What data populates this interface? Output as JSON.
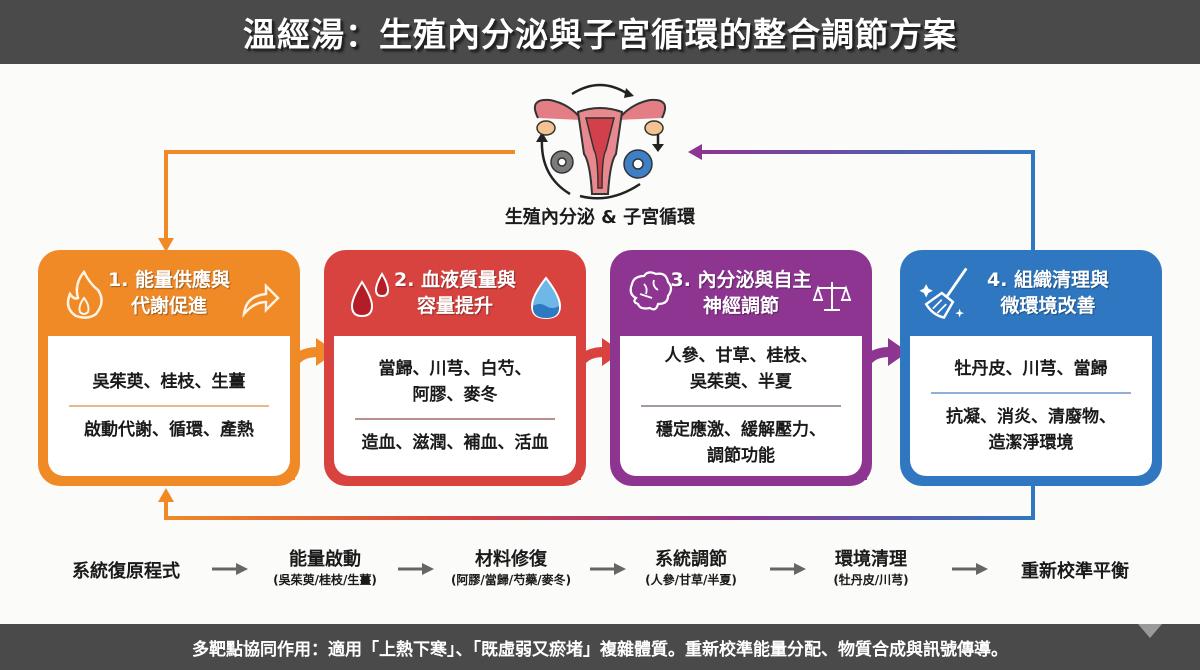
{
  "header": {
    "title": "溫經湯：生殖內分泌與子宮循環的整合調節方案"
  },
  "hub": {
    "label": "生殖內分泌 & 子宮循環",
    "icon": "uterus-with-gears-icon"
  },
  "colors": {
    "orange": "#ef8a27",
    "red": "#d8433f",
    "purple": "#8e3592",
    "blue": "#2f78c1",
    "dark_bar": "#4a4a4a"
  },
  "cards": [
    {
      "title": "1. 能量供應與\n代謝促進",
      "herbs": "吳茱萸、桂枝、生薑",
      "effects": "啟動代謝、循環、產熱",
      "icon_left": "flame-icon",
      "icon_right": "curved-arrow-icon"
    },
    {
      "title": "2. 血液質量與\n容量提升",
      "herbs": "當歸、川芎、白芍、\n阿膠、麥冬",
      "effects": "造血、滋潤、補血、活血",
      "icon_left": "blood-drops-icon",
      "icon_right": "water-drop-icon"
    },
    {
      "title": "3. 內分泌與自主\n神經調節",
      "herbs": "人參、甘草、桂枝、\n吳茱萸、半夏",
      "effects": "穩定應激、緩解壓力、\n調節功能",
      "icon_left": "brain-icon",
      "icon_right": "balance-scale-icon"
    },
    {
      "title": "4. 組織清理與\n微環境改善",
      "herbs": "牡丹皮、川芎、當歸",
      "effects": "抗凝、消炎、清廢物、\n造潔淨環境",
      "icon_left": "broom-sparkle-icon",
      "icon_right": ""
    }
  ],
  "flow": [
    {
      "main": "系統復原程式",
      "sub": ""
    },
    {
      "main": "能量啟動",
      "sub": "(吳茱萸/桂枝/生薑)"
    },
    {
      "main": "材料修復",
      "sub": "(阿膠/當歸/芍藥/麥冬)"
    },
    {
      "main": "系統調節",
      "sub": "(人參/甘草/半夏)"
    },
    {
      "main": "環境清理",
      "sub": "(牡丹皮/川芎)"
    },
    {
      "main": "重新校準平衡",
      "sub": ""
    }
  ],
  "footer": {
    "text": "多靶點協同作用：適用「上熱下寒」、「既虛弱又瘀堵」複雜體質。重新校準能量分配、物質合成與訊號傳導。"
  }
}
